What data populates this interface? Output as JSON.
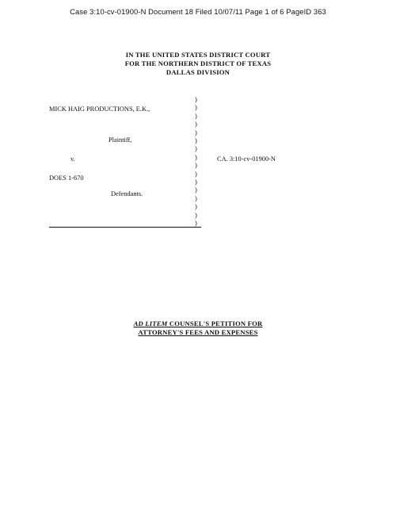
{
  "header": {
    "text": "Case 3:10-cv-01900-N   Document 18   Filed 10/07/11   Page 1 of 6   PageID 363"
  },
  "court": {
    "line1": "IN THE UNITED STATES DISTRICT COURT",
    "line2": "FOR THE NORTHERN DISTRICT OF TEXAS",
    "line3": "DALLAS DIVISION"
  },
  "caption": {
    "plaintiff_name": "MICK HAIG PRODUCTIONS, E.K.,",
    "plaintiff_role": "Plaintiff,",
    "versus": "v.",
    "defendant_name": "DOES 1-670",
    "defendant_role": "Defendants.",
    "case_number": "CA. 3:10-cv-01900-N",
    "paren_char": ")"
  },
  "title": {
    "italic_part": "AD LITEM",
    "rest_line1": " COUNSEL'S PETITION FOR",
    "line2": "ATTORNEY'S FEES AND EXPENSES"
  }
}
